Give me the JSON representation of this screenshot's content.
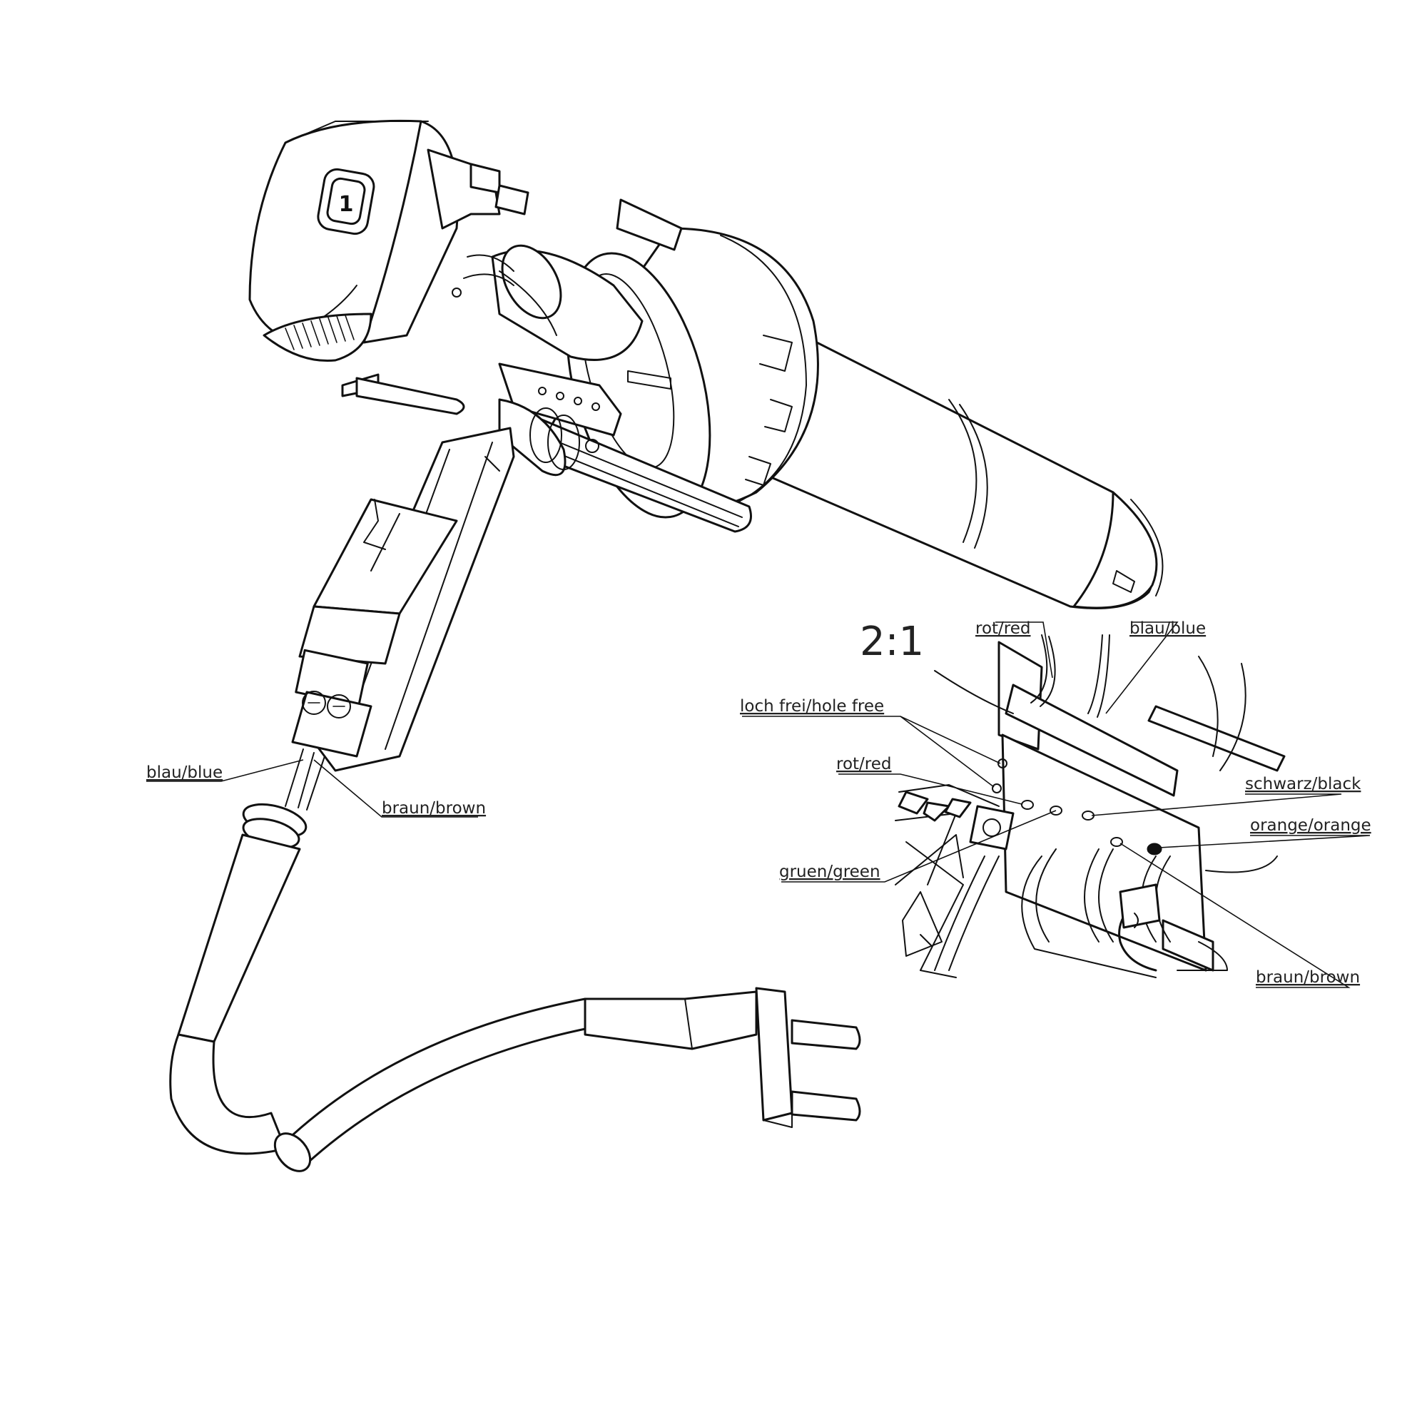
{
  "scale_label": "2:1",
  "main_labels": {
    "blue": "blau/blue",
    "brown": "braun/brown"
  },
  "detail_labels": {
    "red_top": "rot/red",
    "blue_top": "blau/blue",
    "hole_free": "loch  frei/hole  free",
    "red": "rot/red",
    "black": "schwarz/black",
    "orange": "orange/orange",
    "green": "gruen/green",
    "brown": "braun/brown"
  },
  "icons": {
    "button_glyph": "1"
  },
  "colors": {
    "line": "#111111",
    "background": "#ffffff"
  }
}
